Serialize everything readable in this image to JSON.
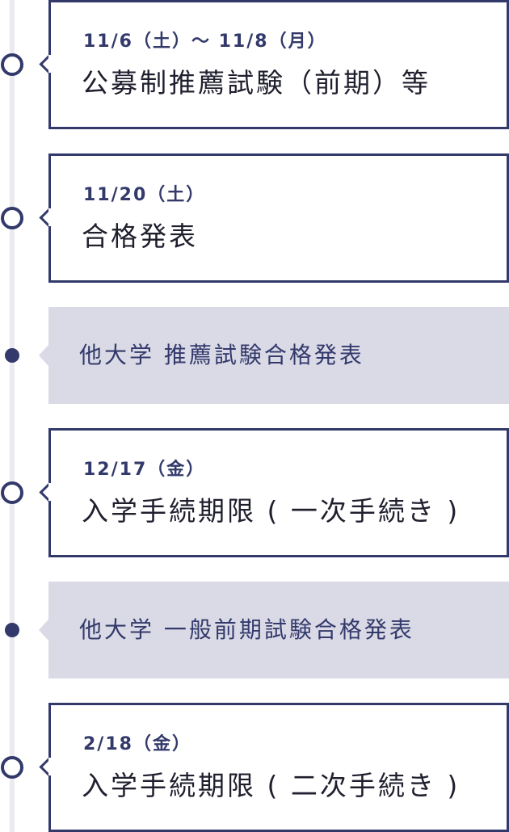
{
  "timeline": {
    "items": [
      {
        "type": "event",
        "date": "11/6（土）～ 11/8（月）",
        "title": "公募制推薦試験（前期）等"
      },
      {
        "type": "event",
        "date": "11/20（土）",
        "title": "合格発表"
      },
      {
        "type": "info",
        "text": "他大学 推薦試験合格発表"
      },
      {
        "type": "event",
        "date": "12/17（金）",
        "title": "入学手続期限 ( 一次手続き )"
      },
      {
        "type": "info",
        "text": "他大学 一般前期試験合格発表"
      },
      {
        "type": "event",
        "date": "2/18（金）",
        "title": "入学手続期限 ( 二次手続き )"
      }
    ]
  },
  "colors": {
    "accent": "#333a6b",
    "info_background": "#dadae6",
    "timeline_line": "#ebebef",
    "title_text": "#1f1f2e"
  }
}
